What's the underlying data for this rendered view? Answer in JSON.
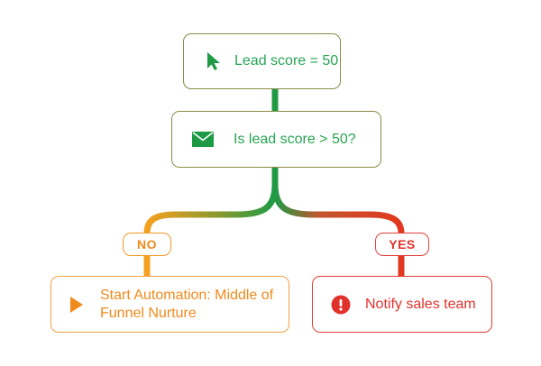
{
  "nodes": {
    "start": {
      "label": "Lead score = 50",
      "icon": "cursor-icon"
    },
    "condition": {
      "label": "Is lead score > 50?",
      "icon": "envelope-icon"
    },
    "no_action": {
      "label": "Start Automation: Middle of Funnel Nurture",
      "icon": "play-icon"
    },
    "yes_action": {
      "label": "Notify sales team",
      "icon": "alert-icon"
    }
  },
  "branches": {
    "no": "NO",
    "yes": "YES"
  },
  "colors": {
    "green": "#27a553",
    "orange": "#f08a1c",
    "red": "#e0312b",
    "connector_green": "#1e9a45"
  }
}
